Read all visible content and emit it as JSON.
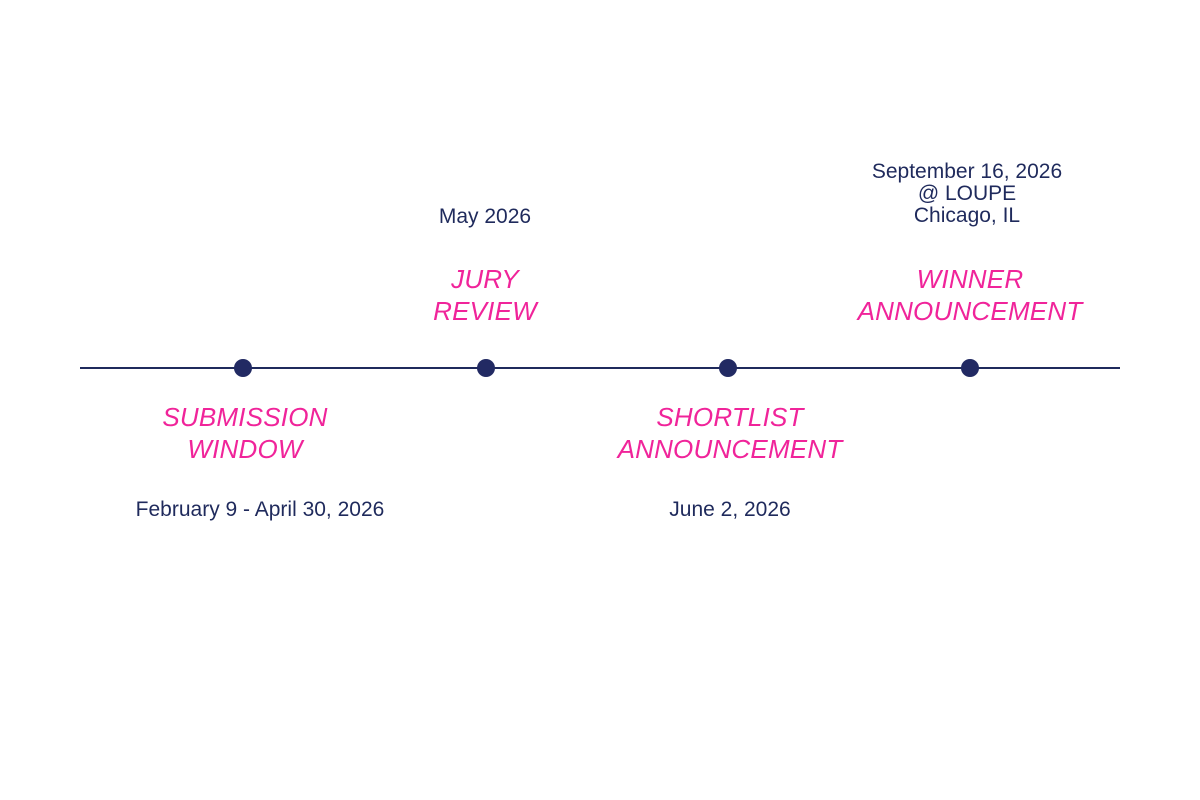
{
  "colors": {
    "line": "#1f2a5c",
    "dot": "#222a63",
    "label": "#f0249a",
    "date": "#1f2a5c"
  },
  "milestones": [
    {
      "label_lines": [
        "SUBMISSION",
        "WINDOW"
      ],
      "date_lines": [
        "February 9 - April 30, 2026"
      ],
      "position": "below"
    },
    {
      "label_lines": [
        "JURY",
        "REVIEW"
      ],
      "date_lines": [
        "May 2026"
      ],
      "position": "above"
    },
    {
      "label_lines": [
        "SHORTLIST",
        "ANNOUNCEMENT"
      ],
      "date_lines": [
        "June 2, 2026"
      ],
      "position": "below"
    },
    {
      "label_lines": [
        "WINNER",
        "ANNOUNCEMENT"
      ],
      "date_lines": [
        "September 16, 2026",
        "@ LOUPE",
        "Chicago, IL"
      ],
      "position": "above"
    }
  ]
}
